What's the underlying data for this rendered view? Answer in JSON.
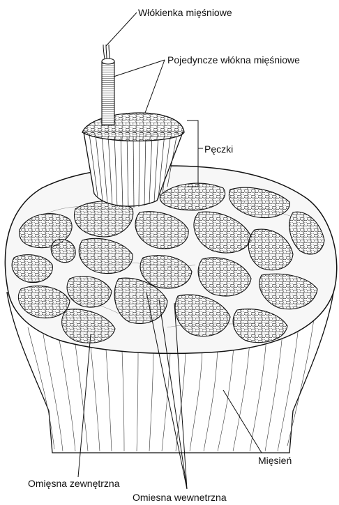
{
  "labels": {
    "myofibril": "Włókienka mięśniowe",
    "single_fibers": "Pojedyncze włókna mięśniowe",
    "fascicles": "Pęczki",
    "muscle": "Mięsień",
    "epimysium": "Omięsna zewnętrzna",
    "perimysium": "Omiesna wewnetrzna"
  },
  "colors": {
    "ink": "#111111",
    "background": "#ffffff"
  }
}
